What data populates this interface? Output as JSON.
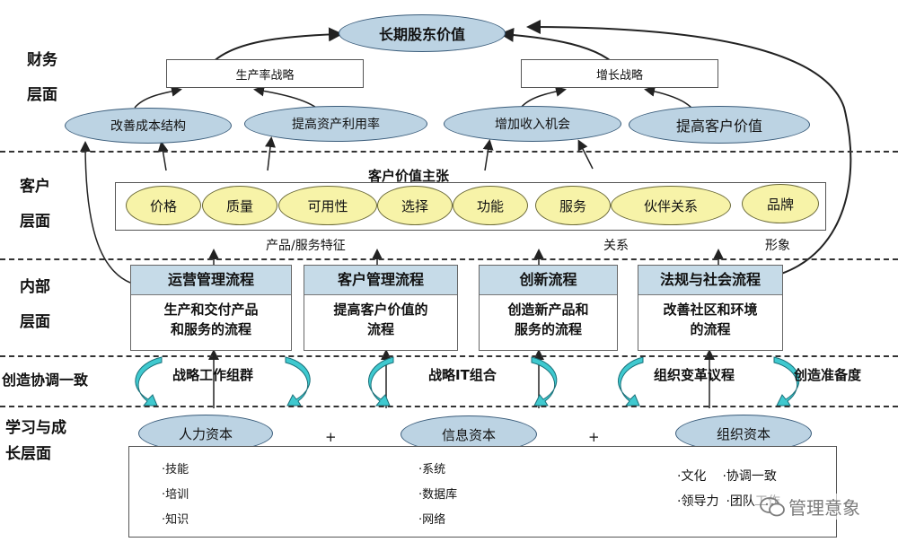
{
  "perspectives": {
    "financial": {
      "line1": "财务",
      "line2": "层面"
    },
    "customer": {
      "line1": "客户",
      "line2": "层面"
    },
    "internal": {
      "line1": "内部",
      "line2": "层面"
    },
    "alignment": "创造协调一致",
    "learning": {
      "line1": "学习与成",
      "line2": "长层面"
    }
  },
  "financial": {
    "goal": "长期股东价值",
    "strategies": [
      "生产率战略",
      "增长战略"
    ],
    "objectives": [
      "改善成本结构",
      "提高资产利用率",
      "增加收入机会",
      "提高客户价值"
    ]
  },
  "customer": {
    "title": "客户价值主张",
    "attributes": [
      "价格",
      "质量",
      "可用性",
      "选择",
      "功能",
      "服务",
      "伙伴关系",
      "品牌"
    ],
    "groups": [
      "产品/服务特征",
      "关系",
      "形象"
    ]
  },
  "internal": {
    "processes": [
      {
        "title": "运营管理流程",
        "line1": "生产和交付产品",
        "line2": "和服务的流程"
      },
      {
        "title": "客户管理流程",
        "line1": "提高客户价值的",
        "line2": "流程"
      },
      {
        "title": "创新流程",
        "line1": "创造新产品和",
        "line2": "服务的流程"
      },
      {
        "title": "法规与社会流程",
        "line1": "改善社区和环境",
        "line2": "的流程"
      }
    ]
  },
  "alignment": {
    "items": [
      "战略工作组群",
      "战略IT组合",
      "组织变革议程"
    ],
    "readiness": "创造准备度"
  },
  "learning": {
    "capitals": [
      "人力资本",
      "信息资本",
      "组织资本"
    ],
    "plus": "+",
    "human": [
      "·技能",
      "·培训",
      "·知识"
    ],
    "info": [
      "·系统",
      "·数据库",
      "·网络"
    ],
    "org": [
      "·文化",
      "·协调一致",
      "·领导力",
      "·团队工作"
    ]
  },
  "watermark": "管理意象",
  "colors": {
    "blue": "#bcd3e3",
    "yellow": "#f7f3a8",
    "header": "#c6dbe8",
    "teal": "#3fc9cf"
  }
}
